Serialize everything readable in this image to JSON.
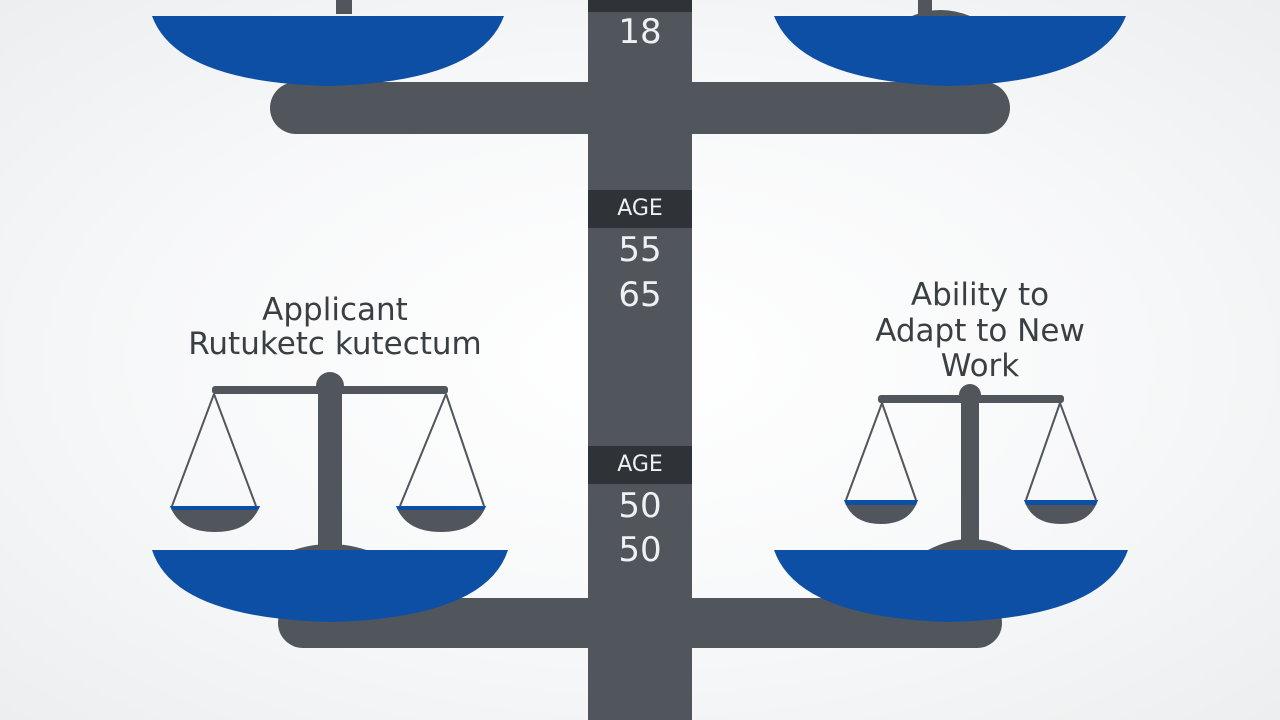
{
  "top_value": "18",
  "age_marker_1": {
    "label": "AGE",
    "values": [
      "55",
      "65"
    ]
  },
  "age_marker_2": {
    "label": "AGE",
    "values": [
      "50",
      "50"
    ]
  },
  "left_label": {
    "line1": "Applicant",
    "line2": "Rutuketc kutectum"
  },
  "right_label": {
    "line1": "Ability to",
    "line2": "Adapt to New",
    "line3": "Work"
  },
  "colors": {
    "pole": "#50565c",
    "pan_blue": "#0e4fa6",
    "dark_tag": "#2f3337",
    "ink": "#3a3f44"
  }
}
